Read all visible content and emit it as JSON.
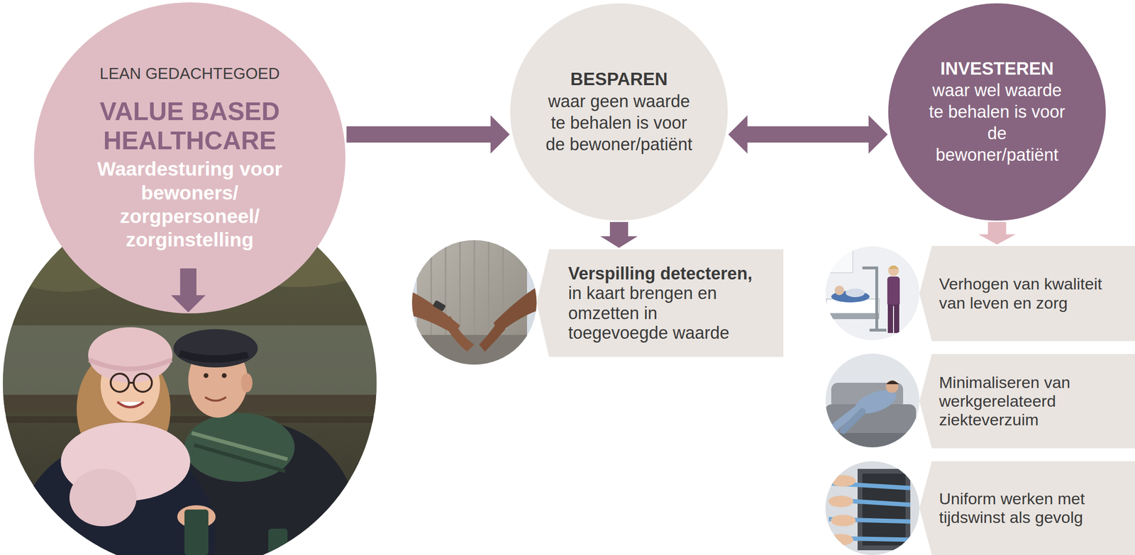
{
  "diagram": {
    "nodes": [
      {
        "text": [
          "LEAN GEDACHTEGOED",
          "VALUE BASED HEALTHCARE",
          "Waardesturing voor bewoners/ zorgpersoneel/ zorginstelling"
        ]
      },
      {
        "text": [
          "BESPAREN",
          "waar geen waarde te behalen is voor de bewoner/patiënt"
        ]
      },
      {
        "text": [
          "INVESTEREN",
          "waar wel waarde te behalen is voor de bewoner/patiënt"
        ]
      },
      {
        "text": [
          "Verspilling detecteren,",
          "in kaart brengen en omzetten in toegevoegde waarde"
        ]
      },
      {
        "text": [
          "Verhogen van kwaliteit van leven en zorg"
        ]
      },
      {
        "text": [
          "Minimaliseren van werkgerelateerd ziekteverzuim"
        ]
      },
      {
        "text": [
          "Uniform werken met tijdswinst als gevolg"
        ]
      }
    ],
    "edges": [
      {
        "from": 0,
        "to": 1,
        "arrow": "to"
      },
      {
        "from": 1,
        "to": 2,
        "arrow": "both"
      },
      {
        "from": 1,
        "to": 3,
        "arrow": "to"
      },
      {
        "from": 2,
        "to": 4,
        "arrow": "to"
      }
    ]
  }
}
